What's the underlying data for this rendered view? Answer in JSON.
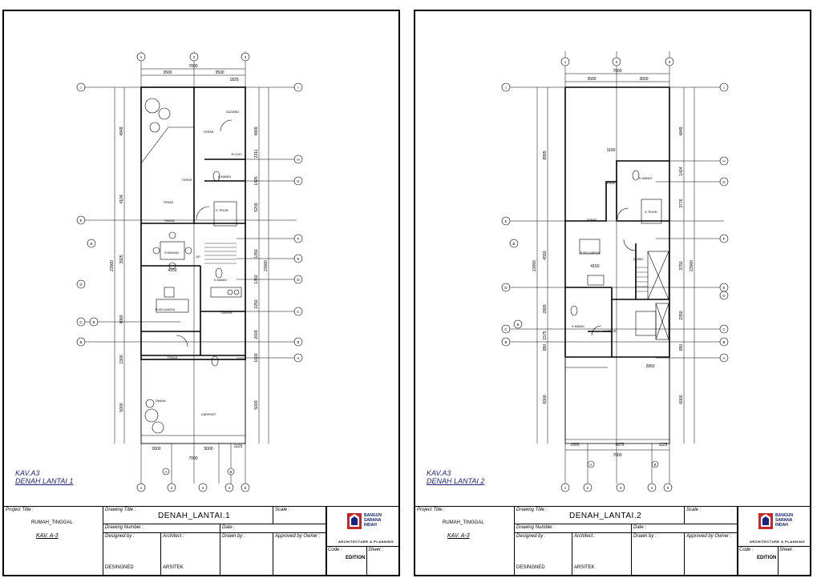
{
  "sheets": [
    {
      "kav": "KAV.A3",
      "plan_title": "DENAH LANTAI 1",
      "project_title_label": "Project Title :",
      "project_name": "RUMAH_TINGGAL",
      "project_kav": "KAV. A-3",
      "drawing_title_label": "Drawing Title :",
      "drawing_title": "DENAH_LANTAI.1",
      "scale_label": "Scale :",
      "drawing_number_label": "Drawing Number :",
      "date_label": "Date :",
      "designed_by_label": "Designed by :",
      "architect_label": "Architect :",
      "drawn_by_label": "Drawn by :",
      "approved_label": "Approved by Owner :",
      "designed_value": "DESINGNED",
      "architect_value": "ARSITEK",
      "code_label": "Code :",
      "sheet_label": "Sheet :",
      "edition": "EDITION",
      "logo_lines": [
        "BANGUN",
        "SARANA",
        "INDAH"
      ],
      "logo_sub": "ARCHITECTURE & PLANNING",
      "dims": {
        "top_total": "7000",
        "top_a": "3500",
        "top_b": "3500",
        "top_c": "1825",
        "bottom_a": "2000",
        "bottom_b": "5000",
        "bottom_c": "1125",
        "bottom_total": "7000",
        "left_total": "23000",
        "left_segments": [
          "4849",
          "4104",
          "3925",
          "4080",
          "1300",
          "5000"
        ],
        "right_segments": [
          "4849",
          "2311",
          "1425",
          "5200",
          "1350",
          "1350",
          "2250",
          "2000",
          "1000",
          "5000"
        ],
        "right_total": "23000",
        "inner_4150": "4150"
      },
      "rooms": [
        "TERAS",
        "GUDANG",
        "K.MANDI",
        "TERAS",
        "R.CUCI",
        "TERAS",
        "K.TIDUR",
        "R.MAKAN",
        "R.KELUARGA",
        "DAPUR",
        "K.MANDI",
        "TERAS",
        "TAMAN",
        "CARPORT",
        "TAMAN",
        "UP"
      ],
      "grid_top": [
        "1",
        "2",
        "3"
      ],
      "grid_bottom": [
        "1",
        "2",
        "3",
        "4",
        "5"
      ],
      "grid_bottom_special": [
        "A",
        "B"
      ],
      "grid_left": [
        "I",
        "E",
        "D",
        "C",
        "B"
      ],
      "grid_right": [
        "I",
        "H",
        "G",
        "F",
        "E",
        "D",
        "C",
        "B",
        "A"
      ],
      "section_marks": [
        "B",
        "B"
      ]
    },
    {
      "kav": "KAV.A3",
      "plan_title": "DENAH LANTAI 2",
      "project_title_label": "Project Title :",
      "project_name": "RUMAH_TINGGAL",
      "project_kav": "KAV. A-3",
      "drawing_title_label": "Drawing Title :",
      "drawing_title": "DENAH_LANTAI.2",
      "scale_label": "Scale :",
      "drawing_number_label": "Drawing Number :",
      "date_label": "Date :",
      "designed_by_label": "Designed by :",
      "architect_label": "Architect :",
      "drawn_by_label": "Drawn by :",
      "approved_label": "Approved by Owner :",
      "designed_value": "DESINGNED",
      "architect_value": "ARSITEK",
      "code_label": "Code :",
      "sheet_label": "Sheet :",
      "edition": "EDITION",
      "logo_lines": [
        "BANGUN",
        "SARANA",
        "INDAH"
      ],
      "logo_sub": "ARCHITECTURE & PLANNING",
      "dims": {
        "top_total": "7000",
        "top_a": "3500",
        "top_b": "3500",
        "top_c": "1100",
        "bottom_a": "1500",
        "bottom_b": "4375",
        "bottom_c": "1125",
        "bottom_total": "7000",
        "left_total": "23000",
        "left_segments": [
          "8995",
          "4550",
          "2800",
          "1575",
          "850",
          "6000"
        ],
        "right_segments": [
          "4849",
          "1424",
          "3776",
          "3750",
          "2350",
          "850",
          "6000"
        ],
        "right_total": "23000",
        "inner_4150": "4150",
        "inner_2850": "2850"
      },
      "rooms": [
        "TERAS",
        "K.MANDI",
        "TERAS",
        "K.TIDUR",
        "R.KELUARGA",
        "DOWN",
        "K.MANDI",
        "K.TIDUR"
      ],
      "grid_top": [
        "1",
        "2",
        "3"
      ],
      "grid_bottom": [
        "1",
        "2",
        "3",
        "4",
        "5"
      ],
      "grid_bottom_special": [
        "A",
        "B"
      ],
      "grid_left": [
        "I",
        "E",
        "D",
        "C",
        "B"
      ],
      "grid_right": [
        "I",
        "H",
        "G",
        "F",
        "E",
        "D",
        "C",
        "B",
        "A"
      ],
      "section_marks": [
        "B",
        "B"
      ]
    }
  ]
}
